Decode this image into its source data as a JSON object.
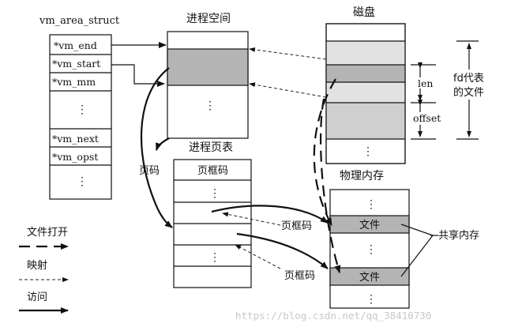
{
  "labels": {
    "vm_area_struct": "vm_area_struct",
    "process_space": "进程空间",
    "disk": "磁盘",
    "process_page_table": "进程页表",
    "page_number": "页码",
    "page_frame_number_header": "页框码",
    "physical_memory": "物理内存",
    "len": "len",
    "offset": "offset",
    "fd_line1": "fd代表",
    "fd_line2": "的文件",
    "page_frame_1": "页框码",
    "page_frame_2": "页框码",
    "shared_memory": "共享内存",
    "file_1": "文件",
    "file_2": "文件",
    "ellipsis": "⋮"
  },
  "vm_fields": [
    "*vm_end",
    "*vm_start",
    "*vm_mm",
    "⋮",
    "*vm_next",
    "*vm_opst",
    "⋮"
  ],
  "legend": {
    "file_open": "文件打开",
    "mapping": "映射",
    "access": "访问"
  },
  "watermark": "https://blog.csdn.net/qq_38410730",
  "colors": {
    "shaded_gray": "#b4b4b4",
    "light_gray": "#e2e2e2",
    "line": "#111111"
  }
}
